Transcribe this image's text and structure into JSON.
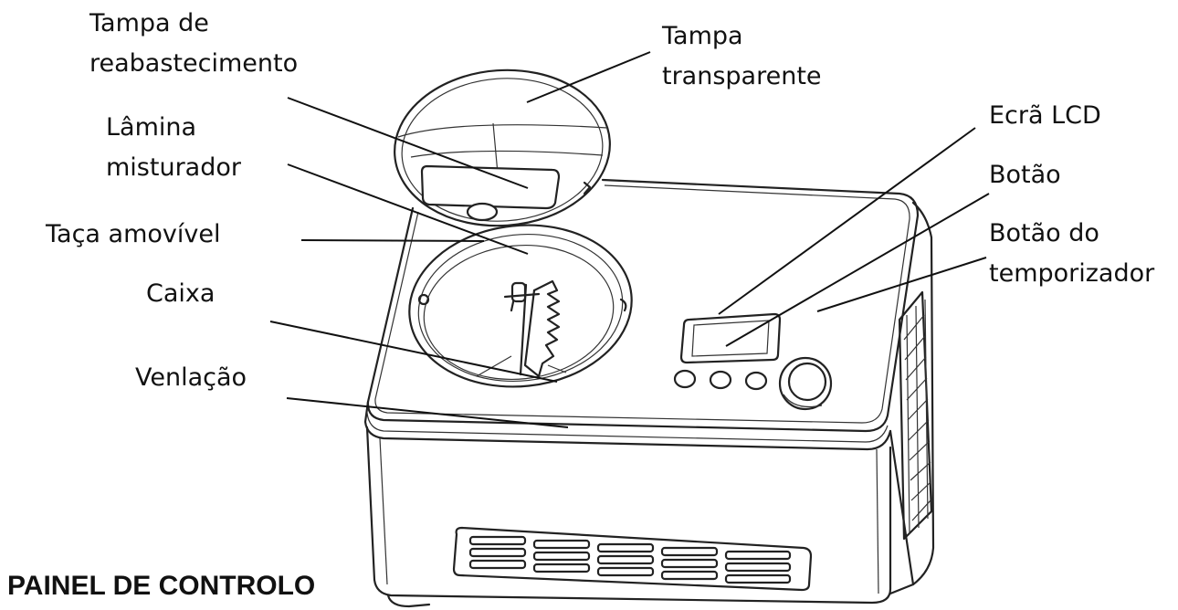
{
  "diagram": {
    "labels": {
      "refill_lid": [
        "Tampa de",
        "reabastecimento"
      ],
      "transparent_lid": [
        "Tampa",
        "transparente"
      ],
      "mixing_blade": [
        "Lâmina",
        "misturador"
      ],
      "removable_bowl": [
        "Taça amovível"
      ],
      "housing": [
        "Caixa"
      ],
      "ventilation": [
        "Venlação"
      ],
      "lcd_screen": [
        "Ecrã LCD"
      ],
      "button": [
        "Botão"
      ],
      "timer_button": [
        "Botão do",
        "temporizador"
      ]
    },
    "section_title": "PAINEL DE CONTROLO"
  }
}
